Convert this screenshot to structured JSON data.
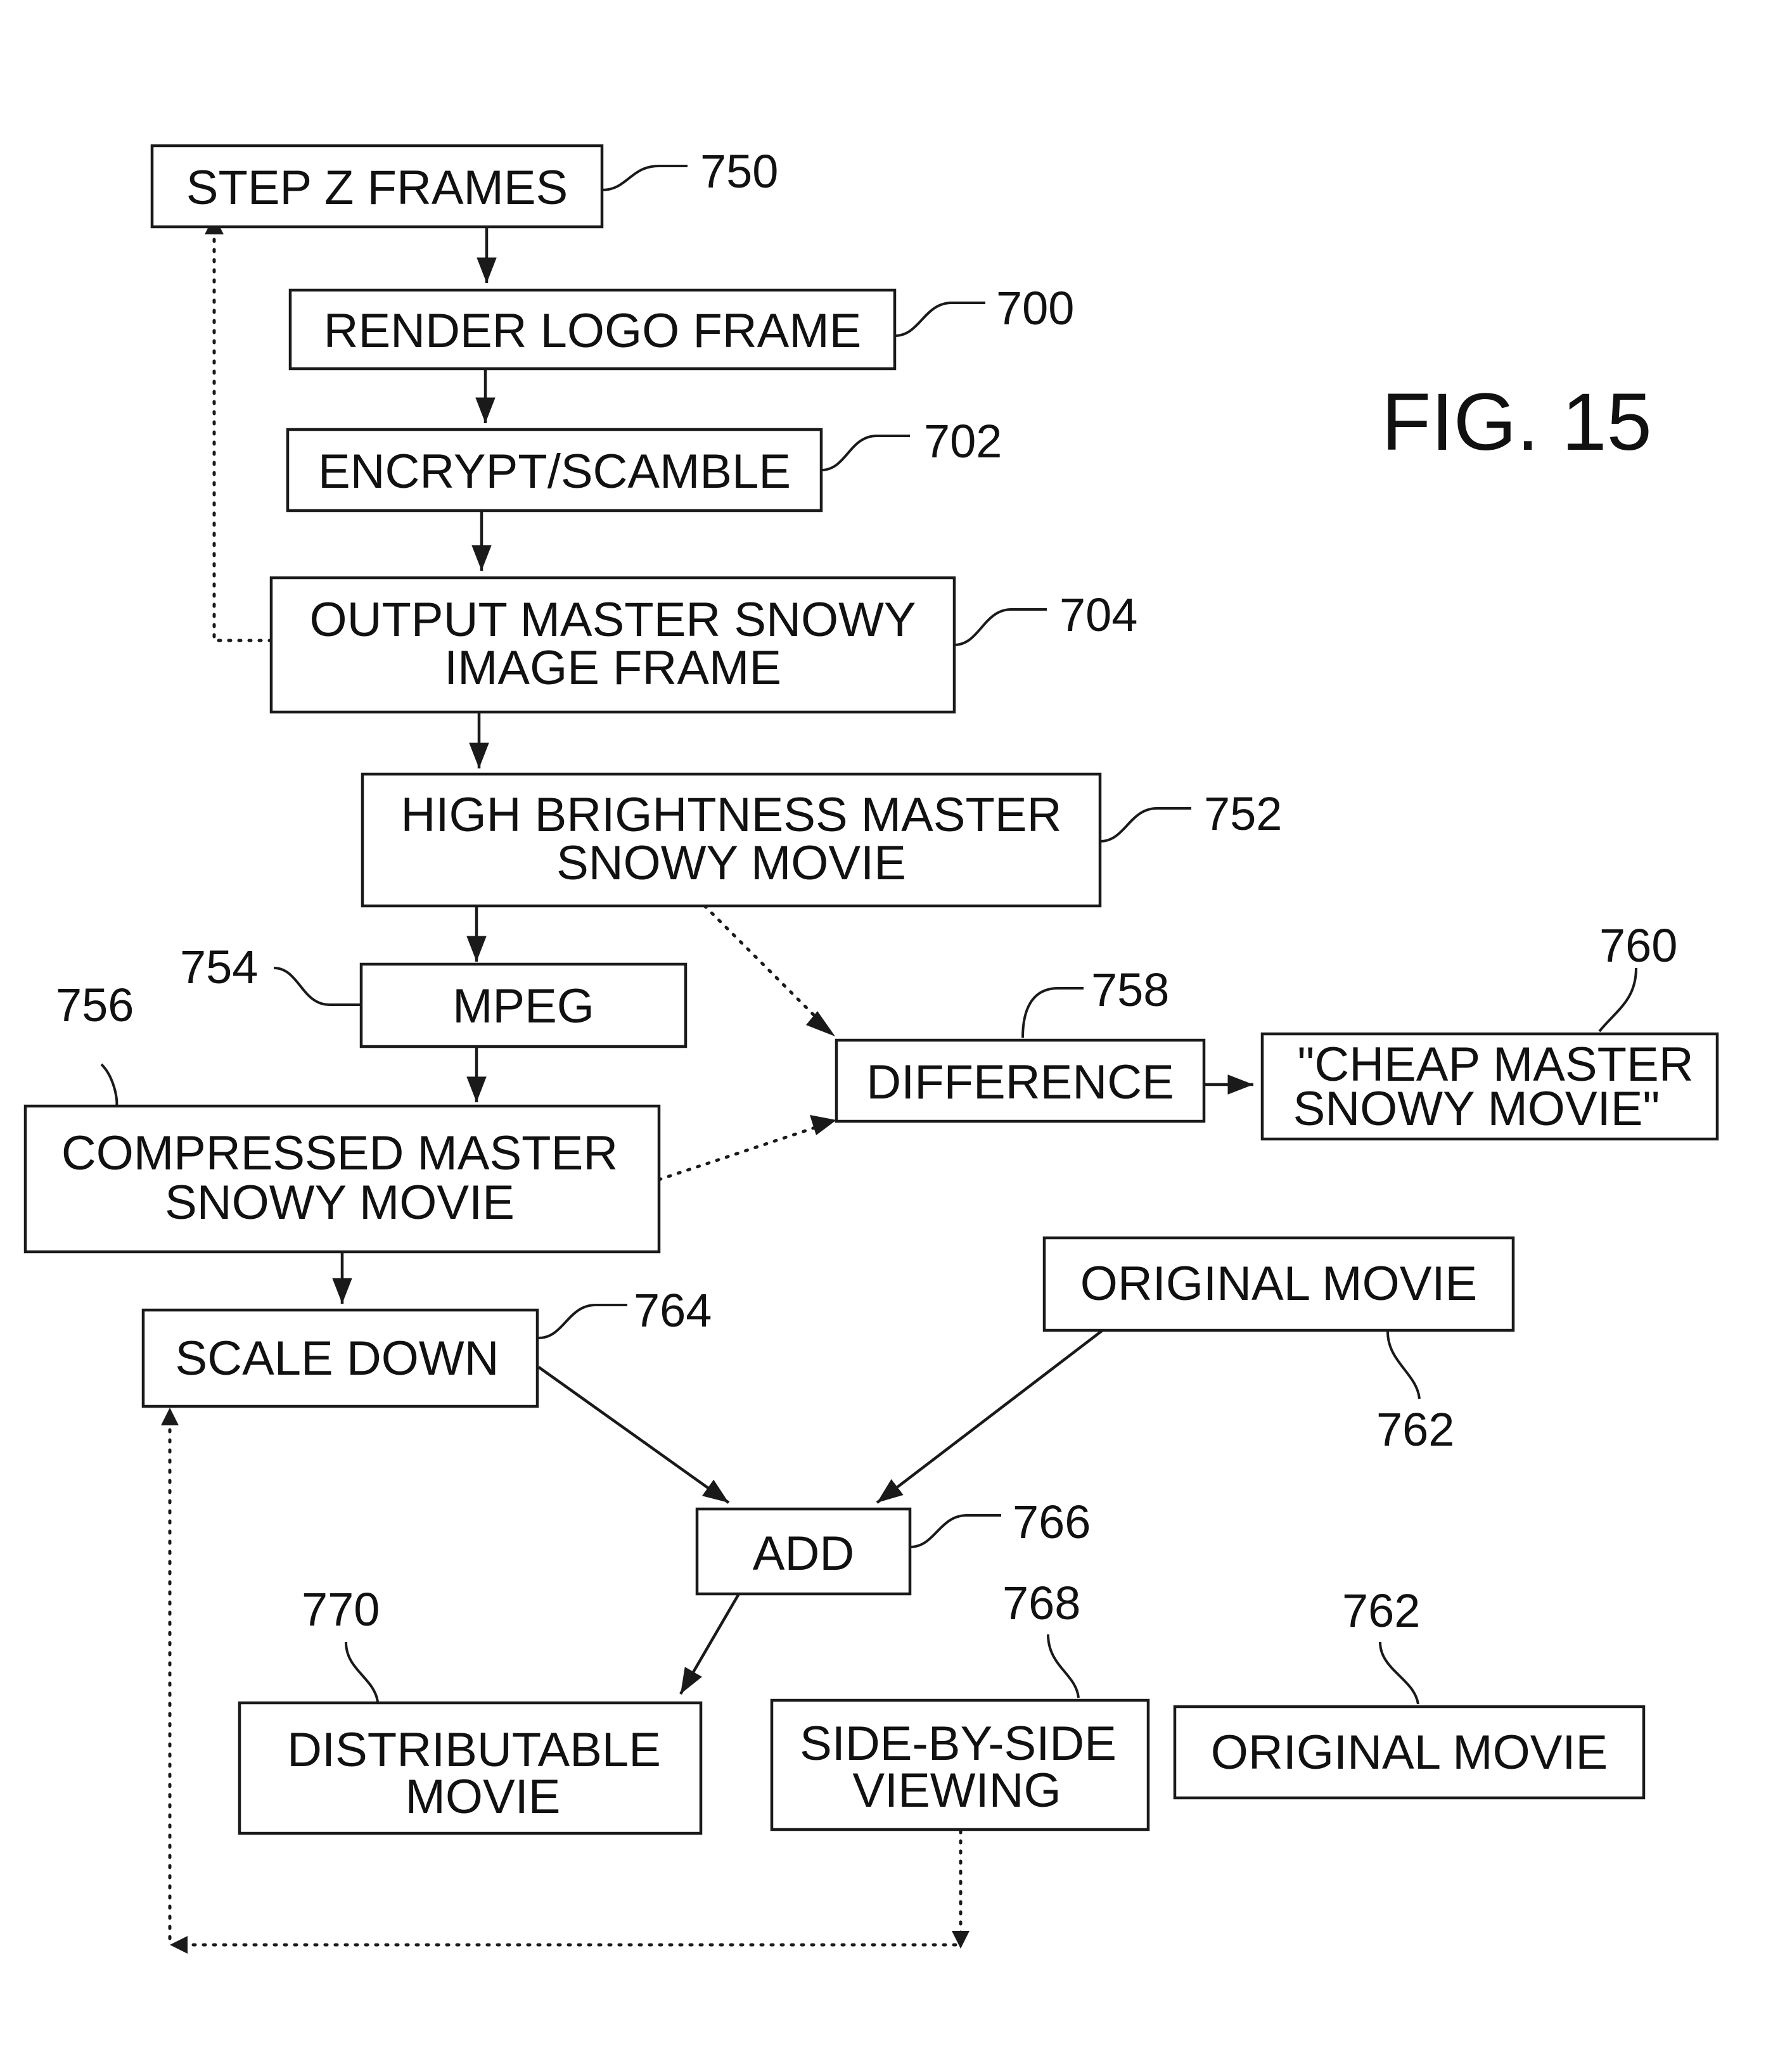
{
  "figure_label": "FIG. 15",
  "nodes": {
    "step_z_frames": {
      "lines": [
        "STEP Z FRAMES"
      ],
      "ref": "750"
    },
    "render_logo_frame": {
      "lines": [
        "RENDER LOGO FRAME"
      ],
      "ref": "700"
    },
    "encrypt_scramble": {
      "lines": [
        "ENCRYPT/SCAMBLE"
      ],
      "ref": "702"
    },
    "output_master": {
      "lines": [
        "OUTPUT MASTER SNOWY",
        "IMAGE FRAME"
      ],
      "ref": "704"
    },
    "high_brightness": {
      "lines": [
        "HIGH BRIGHTNESS MASTER",
        "SNOWY MOVIE"
      ],
      "ref": "752"
    },
    "mpeg": {
      "lines": [
        "MPEG"
      ],
      "ref": "754"
    },
    "compressed": {
      "lines": [
        "COMPRESSED MASTER",
        "SNOWY MOVIE"
      ],
      "ref": "756"
    },
    "difference": {
      "lines": [
        "DIFFERENCE"
      ],
      "ref": "758"
    },
    "cheap_master": {
      "lines": [
        "\"CHEAP MASTER",
        "SNOWY MOVIE\""
      ],
      "ref": "760"
    },
    "scale_down": {
      "lines": [
        "SCALE DOWN"
      ],
      "ref": "764"
    },
    "original_movie_top": {
      "lines": [
        "ORIGINAL MOVIE"
      ],
      "ref": "762"
    },
    "add": {
      "lines": [
        "ADD"
      ],
      "ref": "766"
    },
    "distributable": {
      "lines": [
        "DISTRIBUTABLE",
        "MOVIE"
      ],
      "ref": "770"
    },
    "side_by_side": {
      "lines": [
        "SIDE-BY-SIDE",
        "VIEWING"
      ],
      "ref": "768"
    },
    "original_movie_bottom": {
      "lines": [
        "ORIGINAL MOVIE"
      ],
      "ref": "762"
    }
  },
  "edges": [
    {
      "from": "step_z_frames",
      "to": "render_logo_frame",
      "style": "solid"
    },
    {
      "from": "render_logo_frame",
      "to": "encrypt_scramble",
      "style": "solid"
    },
    {
      "from": "encrypt_scramble",
      "to": "output_master",
      "style": "solid"
    },
    {
      "from": "output_master",
      "to": "step_z_frames",
      "style": "dotted"
    },
    {
      "from": "output_master",
      "to": "high_brightness",
      "style": "solid"
    },
    {
      "from": "high_brightness",
      "to": "mpeg",
      "style": "solid"
    },
    {
      "from": "high_brightness",
      "to": "difference",
      "style": "dotted"
    },
    {
      "from": "mpeg",
      "to": "compressed",
      "style": "solid"
    },
    {
      "from": "compressed",
      "to": "difference",
      "style": "dotted"
    },
    {
      "from": "difference",
      "to": "cheap_master",
      "style": "solid"
    },
    {
      "from": "compressed",
      "to": "scale_down",
      "style": "solid"
    },
    {
      "from": "scale_down",
      "to": "add",
      "style": "solid"
    },
    {
      "from": "original_movie_top",
      "to": "add",
      "style": "solid"
    },
    {
      "from": "add",
      "to": "distributable",
      "style": "solid"
    },
    {
      "from": "side_by_side",
      "to": "scale_down",
      "style": "dotted"
    }
  ]
}
